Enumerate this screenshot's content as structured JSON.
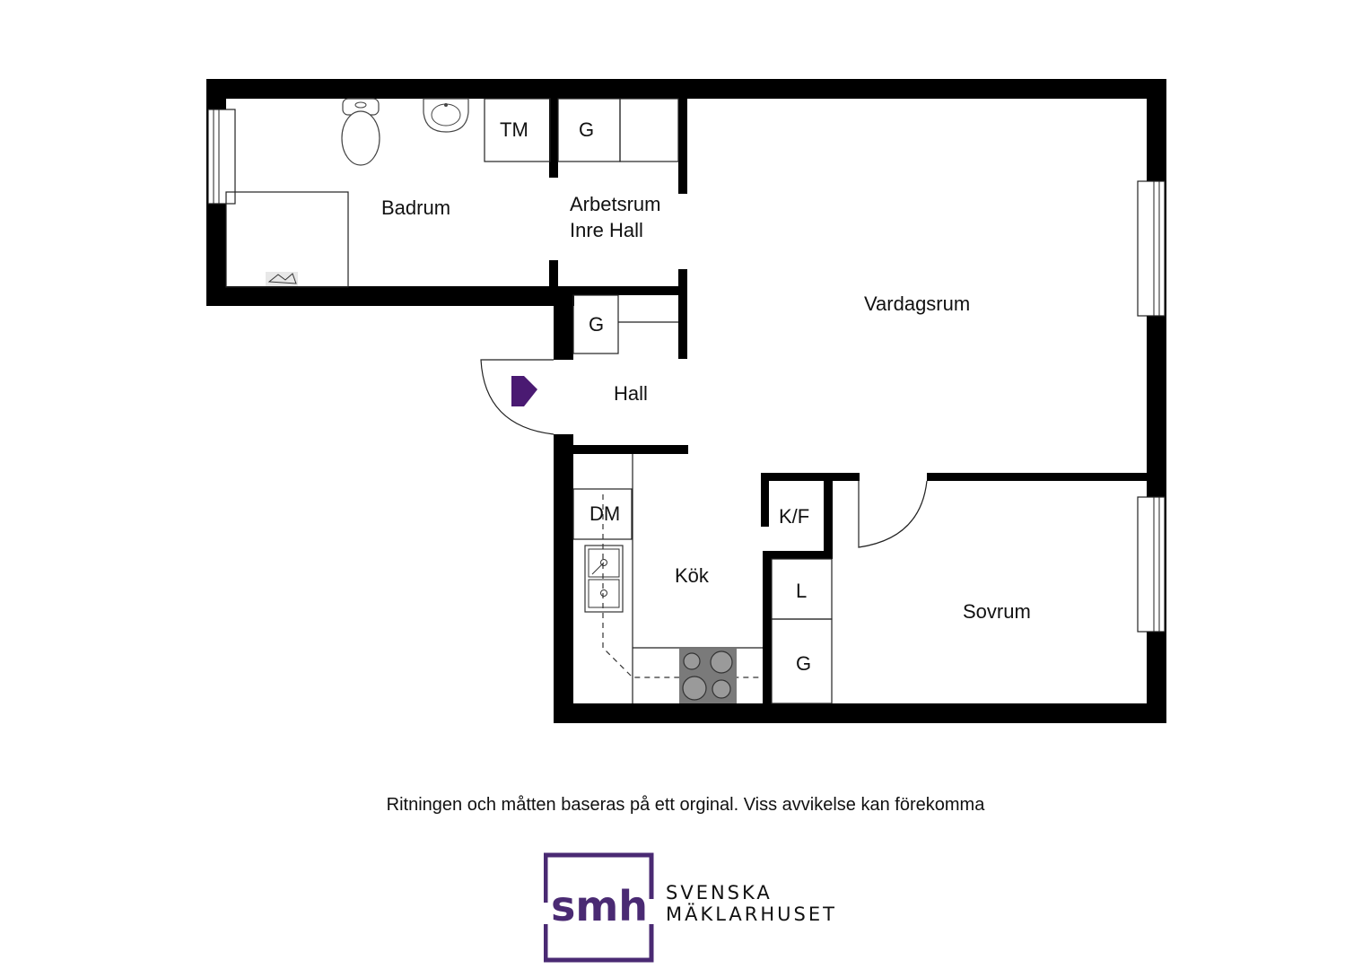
{
  "rooms": {
    "badrum": "Badrum",
    "arbetsrum": "Arbetsrum",
    "inre_hall": "Inre Hall",
    "vardagsrum": "Vardagsrum",
    "hall": "Hall",
    "kok": "Kök",
    "sovrum": "Sovrum"
  },
  "fixtures": {
    "tm": "TM",
    "g_top": "G",
    "g_hall": "G",
    "dm": "DM",
    "kf": "K/F",
    "l": "L",
    "g_bedroom": "G"
  },
  "disclaimer": "Ritningen och måtten baseras på ett orginal. Viss avvikelse kan förekomma",
  "brand": {
    "logo_letters": "smh",
    "line1": "SVENSKA",
    "line2": "MÄKLARHUSET",
    "color": "#4a2a73"
  },
  "colors": {
    "wall": "#000000",
    "entrance_arrow": "#4a1a72"
  }
}
